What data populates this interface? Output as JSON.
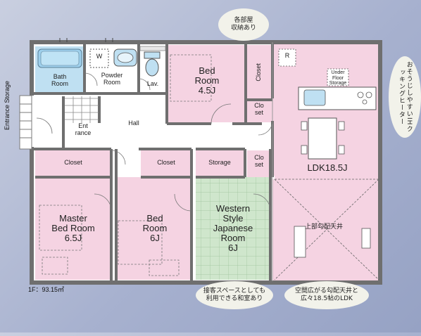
{
  "floor_area": "1F：93.15㎡",
  "side_label": "Entrance Storage",
  "rooms": {
    "bath": [
      "Bath",
      "Room"
    ],
    "powder": [
      "Powder",
      "Room"
    ],
    "w_mark": "W",
    "lav": "Lav.",
    "bed_top": [
      "Bed",
      "Room",
      "4.5J"
    ],
    "closet_top": "Closet",
    "closet_small_top": [
      "Clo",
      "set"
    ],
    "r_mark": "R",
    "under_floor": [
      "Under",
      "Floor",
      "Storage"
    ],
    "entrance": [
      "Ent",
      "rance"
    ],
    "hall": "Hall",
    "closet_left": "Closet",
    "closet_mid": "Closet",
    "storage": "Storage",
    "closet_small_mid": [
      "Clo",
      "set"
    ],
    "ldk": "LDK18.5J",
    "master": [
      "Master",
      "Bed Room",
      "6.5J"
    ],
    "bed_mid": [
      "Bed",
      "Room",
      "6J"
    ],
    "western": [
      "Western",
      "Style",
      "Japanese",
      "Room",
      "6J"
    ],
    "ceiling": "上部勾配天井"
  },
  "callouts": {
    "top": [
      "各部屋",
      "収納あり"
    ],
    "right": "おそうじしやすいIHクッキングヒーター",
    "bottom_left": [
      "接客スペースとしても",
      "利用できる和室あり"
    ],
    "bottom_right": [
      "空間広がる勾配天井と",
      "広々18.5帖のLDK"
    ]
  },
  "colors": {
    "pink_room": "#f5d3e2",
    "blue_room": "#bfe0f2",
    "green_room": "#cfe6cc",
    "wall": "#6f6f6f",
    "floor_white": "#ffffff"
  }
}
